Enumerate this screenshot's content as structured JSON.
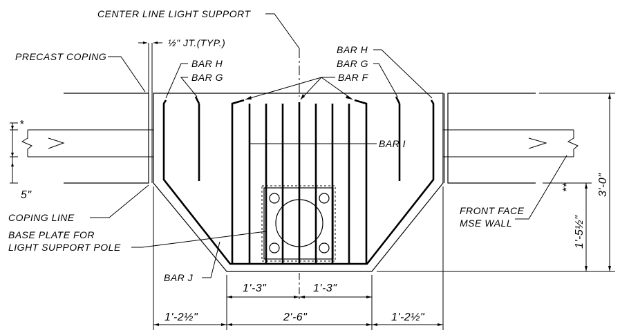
{
  "labels": {
    "center_line": "CENTER LINE LIGHT SUPPORT",
    "joint": "½\" JT.(TYP.)",
    "precast_coping": "PRECAST COPING",
    "bar_h_left": "BAR H",
    "bar_g_left": "BAR G",
    "bar_h_right": "BAR H",
    "bar_g_right": "BAR G",
    "bar_f": "BAR F",
    "bar_i": "BAR I",
    "bar_j": "BAR J",
    "coping_line": "COPING LINE",
    "base_plate_1": "BASE PLATE FOR",
    "base_plate_2": "LIGHT SUPPORT POLE",
    "front_face_1": "FRONT FACE",
    "front_face_2": "MSE WALL",
    "star": "*",
    "double_star": "**"
  },
  "dimensions": {
    "five_in": "5\"",
    "left_side": "1'-2½\"",
    "right_side": "1'-2½\"",
    "center_total": "2'-6\"",
    "half_left": "1'-3\"",
    "half_right": "1'-3\"",
    "height_total": "3'-0\"",
    "height_partial": "1'-5½\""
  }
}
